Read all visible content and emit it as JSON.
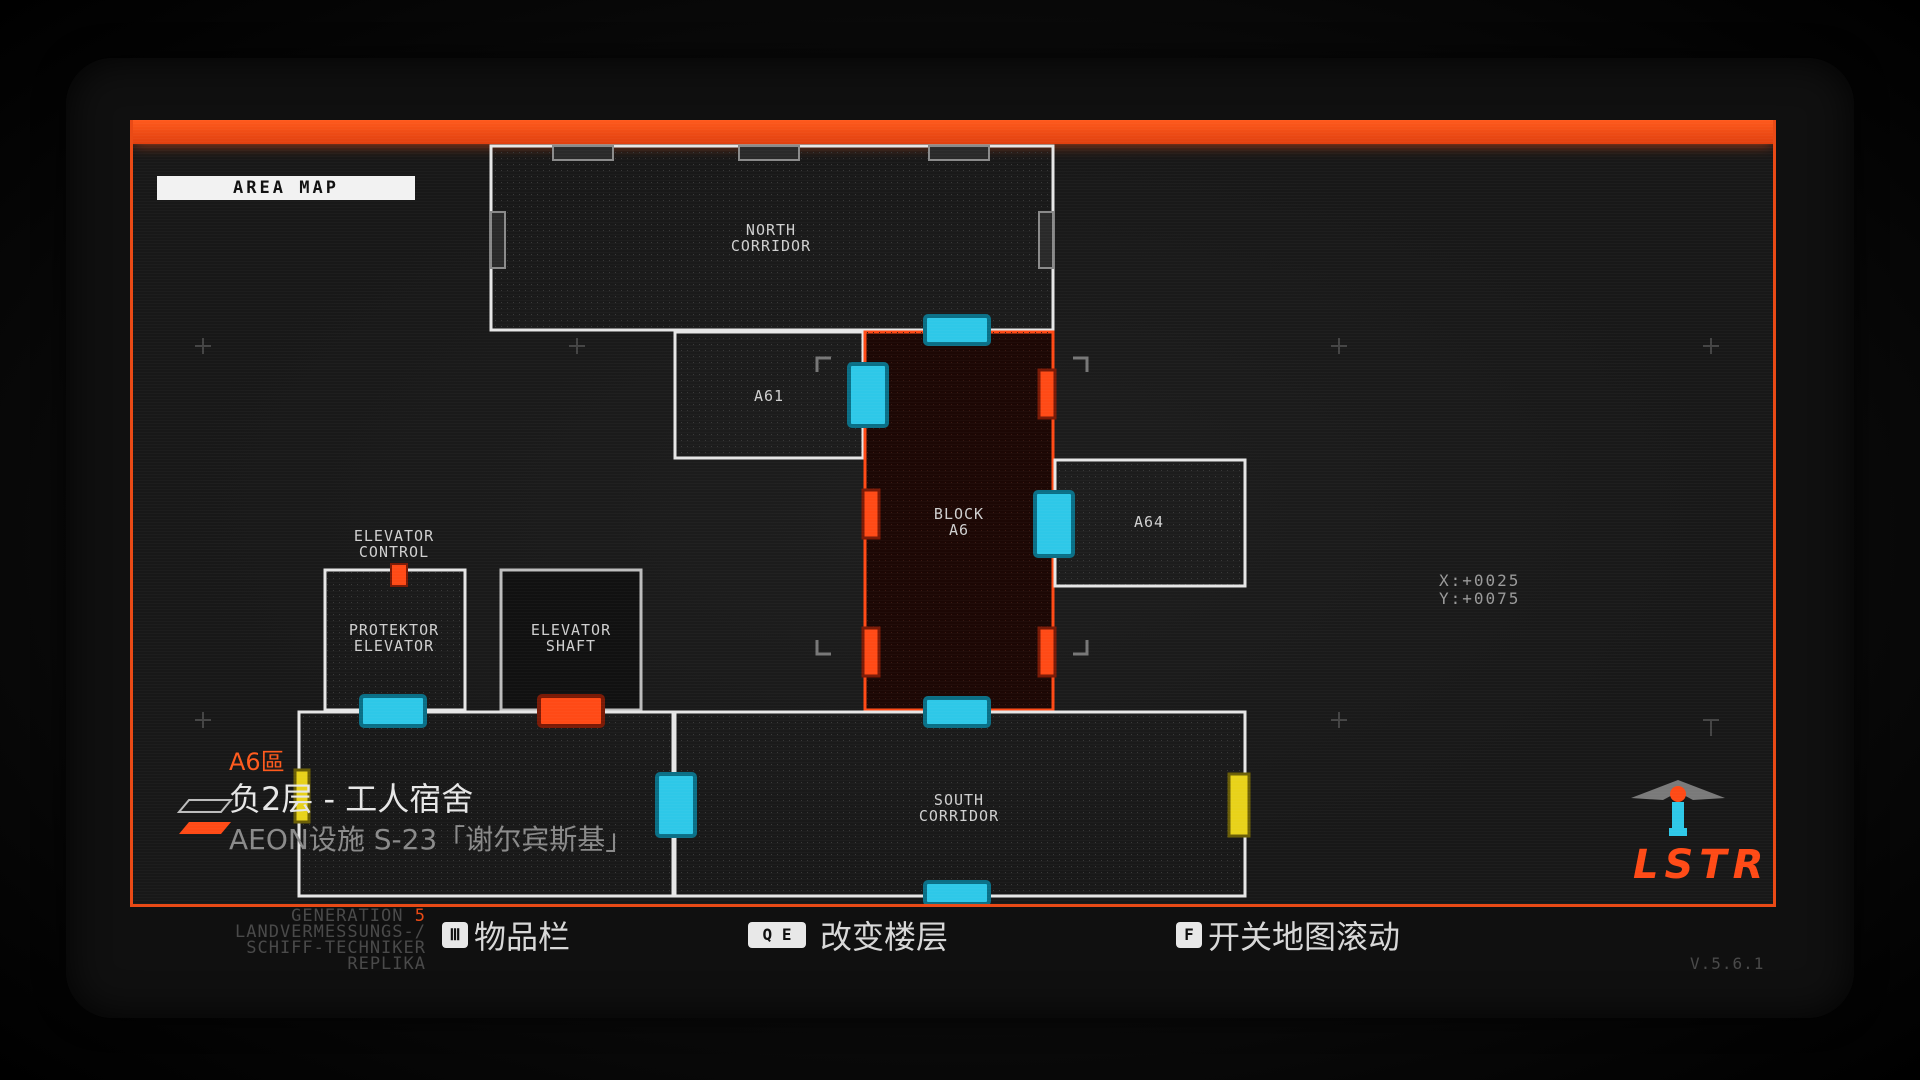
{
  "screen": {
    "badge": "AREA MAP",
    "coords": {
      "x": "X:+0025",
      "y": "Y:+0075"
    }
  },
  "rooms": {
    "north_corridor": "NORTH\nCORRIDOR",
    "a61": "A61",
    "block_a6": "BLOCK\nA6",
    "a64": "A64",
    "elevator_control": "ELEVATOR\nCONTROL",
    "protektor_elevator": "PROTEKTOR\nELEVATOR",
    "elevator_shaft": "ELEVATOR\nSHAFT",
    "south_corridor": "SOUTH\nCORRIDOR"
  },
  "location": {
    "code": "A6區",
    "floor": "负2层 - 工人宿舍",
    "facility": "AEON设施 S-23「谢尔宾斯基」"
  },
  "generation": {
    "line1_prefix": "GENERATION",
    "line1_num": "5",
    "line2": "LANDVERMESSUNGS-/",
    "line3": "SCHIFF-TECHNIKER",
    "line4": "REPLIKA"
  },
  "hints": [
    {
      "key": "Ⅲ",
      "label": "物品栏"
    },
    {
      "key": "Q E",
      "label": "改变楼层"
    },
    {
      "key": "F",
      "label": "开关地图滚动"
    }
  ],
  "brand": "LSTR",
  "version": "V.5.6.1",
  "colors": {
    "accent": "#ff5a1d",
    "door_open": "#2ec8e8",
    "door_locked": "#ff4a16",
    "door_special": "#e8d21a",
    "wall": "#e6e6e6"
  }
}
